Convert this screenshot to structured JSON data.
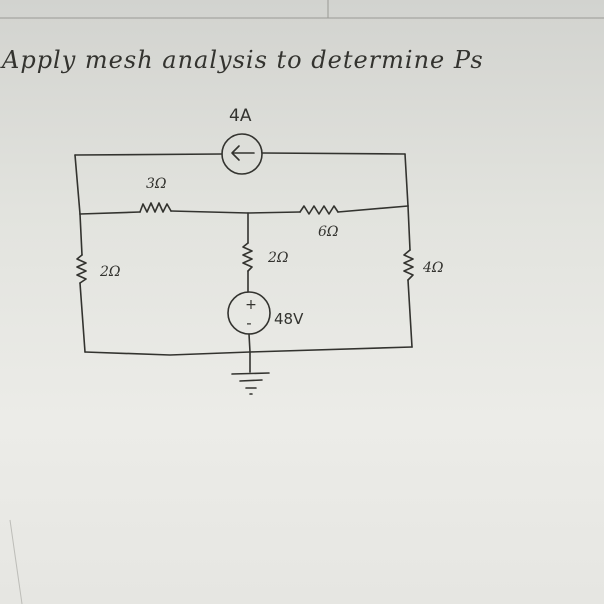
{
  "problem": {
    "prompt": "Apply mesh analysis to determine Ps"
  },
  "circuit": {
    "current_source": "4A",
    "r_top_left": "3Ω",
    "r_top_right": "6Ω",
    "r_middle": "2Ω",
    "r_left": "2Ω",
    "r_right": "4Ω",
    "voltage_source": "48V",
    "plus_sign": "+",
    "minus_sign": "-"
  },
  "colors": {
    "ink": "#33332f",
    "paper": "#e4e4df"
  }
}
